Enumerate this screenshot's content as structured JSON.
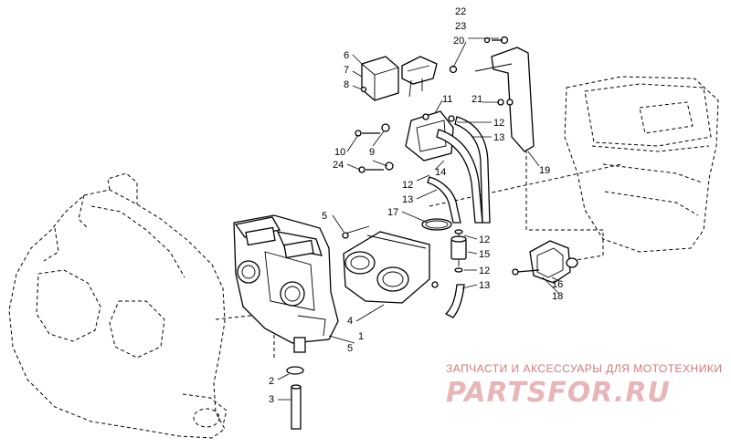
{
  "callouts": [
    {
      "id": "c1",
      "text": "1"
    },
    {
      "id": "c2",
      "text": "2"
    },
    {
      "id": "c3",
      "text": "3"
    },
    {
      "id": "c4",
      "text": "4"
    },
    {
      "id": "c5a",
      "text": "5"
    },
    {
      "id": "c5b",
      "text": "5"
    },
    {
      "id": "c6",
      "text": "6"
    },
    {
      "id": "c7",
      "text": "7"
    },
    {
      "id": "c8",
      "text": "8"
    },
    {
      "id": "c9",
      "text": "9"
    },
    {
      "id": "c10",
      "text": "10"
    },
    {
      "id": "c11",
      "text": "11"
    },
    {
      "id": "c12a",
      "text": "12"
    },
    {
      "id": "c12b",
      "text": "12"
    },
    {
      "id": "c12c",
      "text": "12"
    },
    {
      "id": "c12d",
      "text": "12"
    },
    {
      "id": "c13a",
      "text": "13"
    },
    {
      "id": "c13b",
      "text": "13"
    },
    {
      "id": "c13c",
      "text": "13"
    },
    {
      "id": "c14",
      "text": "14"
    },
    {
      "id": "c15",
      "text": "15"
    },
    {
      "id": "c16",
      "text": "16"
    },
    {
      "id": "c17",
      "text": "17"
    },
    {
      "id": "c18",
      "text": "18"
    },
    {
      "id": "c19",
      "text": "19"
    },
    {
      "id": "c20",
      "text": "20"
    },
    {
      "id": "c21",
      "text": "21"
    },
    {
      "id": "c22",
      "text": "22"
    },
    {
      "id": "c23",
      "text": "23"
    },
    {
      "id": "c24",
      "text": "24"
    }
  ],
  "watermark": {
    "tagline": "ЗАПЧАСТИ И АКСЕССУАРЫ ДЛЯ МОТОТЕХНИКИ",
    "brand": "PARTSFOR.RU",
    "tagline_color": "#d9777b",
    "brand_color": "#e8b6b8"
  }
}
